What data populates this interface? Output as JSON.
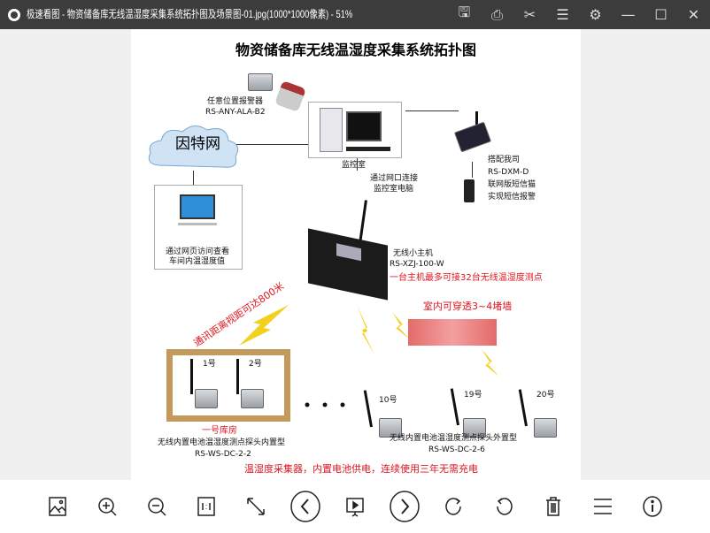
{
  "window": {
    "app_name": "极速看图",
    "title": "极速看图 - 物资储备库无线温湿度采集系统拓扑图及场景图-01.jpg(1000*1000像素) - 51%",
    "buttons": [
      "save-icon",
      "print-icon",
      "cut-icon",
      "comment-icon",
      "settings-icon",
      "minimize-icon",
      "maximize-icon",
      "close-icon"
    ]
  },
  "diagram": {
    "title": "物资储备库无线温湿度采集系统拓扑图",
    "watermark": "物资储备库无线温湿度采集系统拓扑图",
    "alarm_label": "任意位置报警器",
    "alarm_model": "RS-ANY-ALA-B2",
    "internet": "因特网",
    "monitor_room": "监控室",
    "network_note": [
      "通过网口连接",
      "监控室电脑"
    ],
    "sms": [
      "搭配我司",
      "RS-DXM-D",
      "联网版短信猫",
      "实现短信报警"
    ],
    "web_note": [
      "通过网页访问查看",
      "车间内温湿度值"
    ],
    "host_label": "无线小主机",
    "host_model": "RS-XZJ-100-W",
    "host_capacity": "一台主机最多可接32台无线温湿度测点",
    "distance_note": "通讯距离视距可达800米",
    "wall_note": "室内可穿透3~4堵墙",
    "nodes": [
      "1号",
      "2号",
      "10号",
      "19号",
      "20号"
    ],
    "warehouse": "一号库房",
    "internal_type": "无线内置电池温湿度测点探头内置型",
    "internal_model": "RS-WS-DC-2-2",
    "external_type": "无线内置电池温湿度测点探头外置型",
    "external_model": "RS-WS-DC-2-6",
    "footer": "温湿度采集器，内置电池供电，连续使用三年无需充电"
  },
  "toolbar": [
    "image-icon",
    "zoom-in-icon",
    "zoom-out-icon",
    "actual-size-icon",
    "fit-screen-icon",
    "previous-icon",
    "slideshow-icon",
    "next-icon",
    "rotate-right-icon",
    "rotate-left-icon",
    "delete-icon",
    "menu-icon",
    "info-icon"
  ],
  "colors": {
    "titlebar": "#3c3c3c",
    "accent_red": "#e0141e",
    "frame_brown": "#c49a5c"
  }
}
